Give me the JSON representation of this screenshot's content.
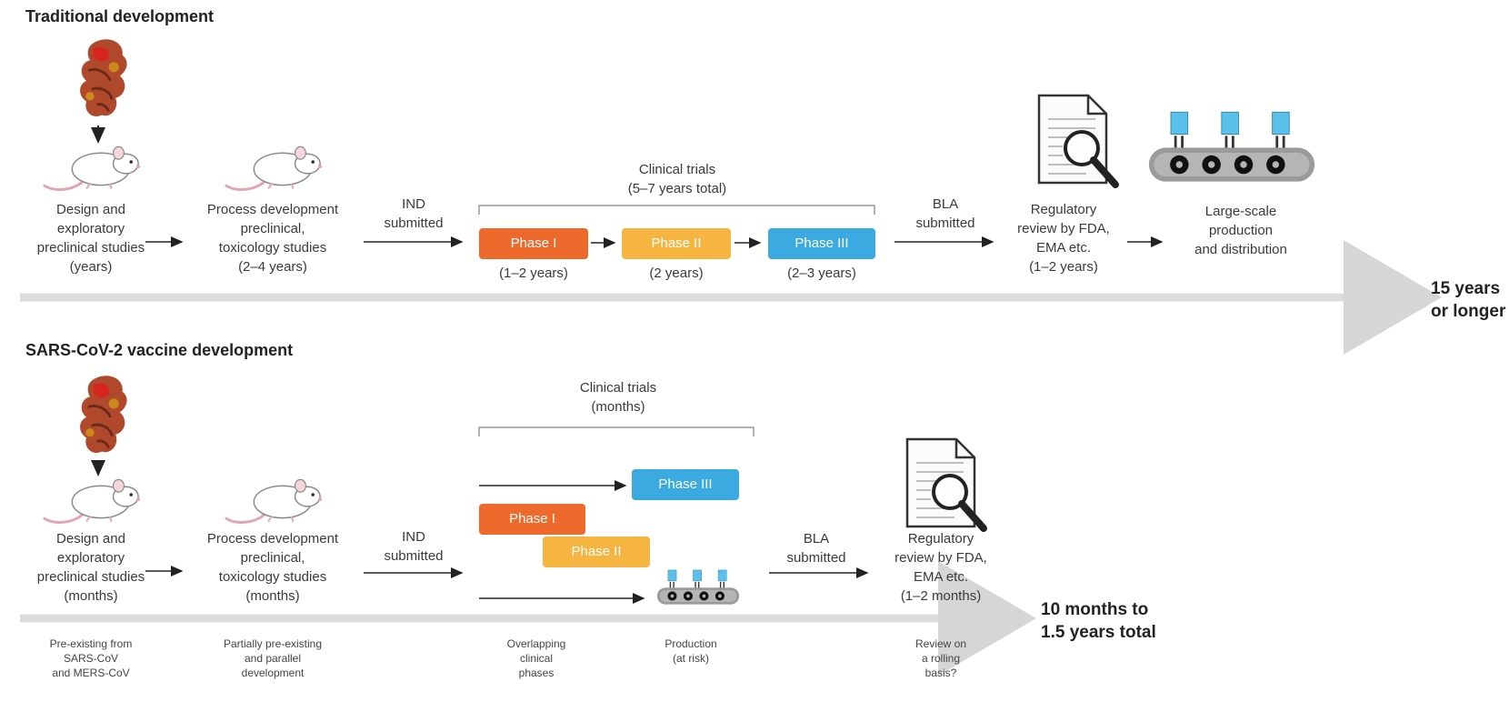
{
  "colors": {
    "phase1": "#ee6a2c",
    "phase2": "#f6b541",
    "phase3": "#3aaae0",
    "timeline": "#dcdcdc"
  },
  "icons": [
    "protein-icon",
    "mouse-icon",
    "document-magnifier-icon",
    "production-line-icon"
  ],
  "traditional": {
    "title": "Traditional development",
    "design": "Design and\nexploratory\npreclinical studies\n(years)",
    "process": "Process development\npreclinical,\ntoxicology studies\n(2–4 years)",
    "ind": "IND\nsubmitted",
    "clinical_title": "Clinical trials\n(5–7 years total)",
    "phase1": "Phase I",
    "phase1_dur": "(1–2 years)",
    "phase2": "Phase II",
    "phase2_dur": "(2 years)",
    "phase3": "Phase III",
    "phase3_dur": "(2–3 years)",
    "bla": "BLA\nsubmitted",
    "review": "Regulatory\nreview by FDA,\nEMA etc.\n(1–2 years)",
    "production": "Large-scale\nproduction\nand distribution",
    "total": "15 years\nor longer"
  },
  "sars": {
    "title": "SARS-CoV-2 vaccine development",
    "design": "Design and\nexploratory\npreclinical studies\n(months)",
    "process": "Process development\npreclinical,\ntoxicology studies\n(months)",
    "ind": "IND\nsubmitted",
    "clinical_title": "Clinical trials\n(months)",
    "phase1": "Phase I",
    "phase2": "Phase II",
    "phase3": "Phase III",
    "bla": "BLA\nsubmitted",
    "review": "Regulatory\nreview by FDA,\nEMA etc.\n(1–2 months)",
    "total": "10 months to\n1.5 years total",
    "notes": {
      "n1": "Pre-existing from\nSARS-CoV\nand MERS-CoV",
      "n2": "Partially pre-existing\nand parallel\ndevelopment",
      "n3": "Overlapping\nclinical\nphases",
      "n4": "Production\n(at risk)",
      "n5": "Review on\na rolling\nbasis?"
    }
  }
}
